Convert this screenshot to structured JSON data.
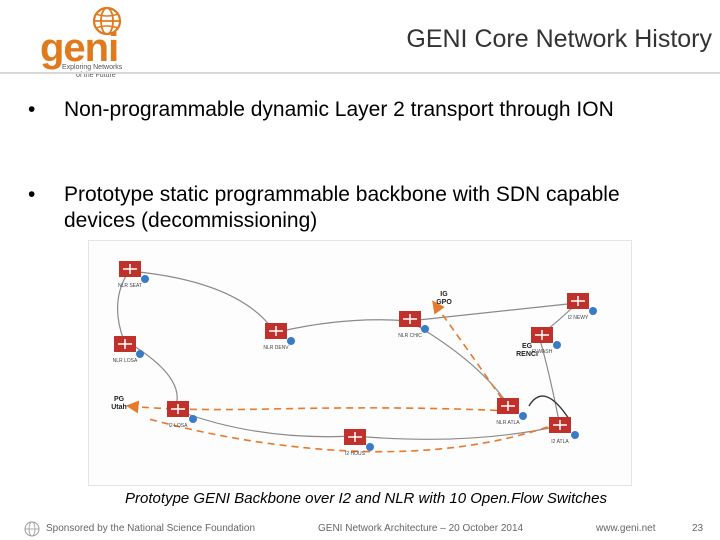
{
  "header": {
    "logo_word": "geni",
    "logo_tagline_1": "Exploring Networks",
    "logo_tagline_2": "of the Future",
    "title": "GENI Core Network History"
  },
  "bullets": [
    {
      "marker": "•",
      "text": "Non-programmable dynamic Layer 2 transport through ION"
    },
    {
      "marker": "•",
      "text": "Prototype static programmable backbone with SDN capable devices (decommissioning)"
    }
  ],
  "diagram": {
    "nodes": [
      {
        "id": "seat",
        "label": "NLR SEAT"
      },
      {
        "id": "denv",
        "label": "NLR DENV"
      },
      {
        "id": "chic",
        "label": "NLR CHIC"
      },
      {
        "id": "newy",
        "label": "I2 NEWY"
      },
      {
        "id": "wash",
        "label": "I2 WASH"
      },
      {
        "id": "losa_top",
        "label": "NLR LOSA"
      },
      {
        "id": "losa",
        "label": "I2 LOSA"
      },
      {
        "id": "atla_nlr",
        "label": "NLR ATLA"
      },
      {
        "id": "atla_i2",
        "label": "I2 ATLA"
      },
      {
        "id": "hous",
        "label": "I2 HOUS"
      }
    ],
    "endpoints": [
      {
        "id": "ig_gpo",
        "label_1": "IG",
        "label_2": "GPO"
      },
      {
        "id": "eg_renci",
        "label_1": "EG",
        "label_2": "RENCI"
      },
      {
        "id": "pg_utah",
        "label_1": "PG",
        "label_2": "Utah"
      }
    ],
    "caption": "Prototype GENI Backbone over I2 and NLR with 10 Open.Flow Switches"
  },
  "footer": {
    "sponsor": "Sponsored by the National Science Foundation",
    "center": "GENI Network Architecture – 20 October 2014",
    "url": "www.geni.net",
    "page": "23"
  },
  "colors": {
    "brand_orange": "#e07a1c",
    "switch_red": "#c0312b",
    "arrow_orange": "#e8782a",
    "link_gray": "#8a8a8a"
  }
}
